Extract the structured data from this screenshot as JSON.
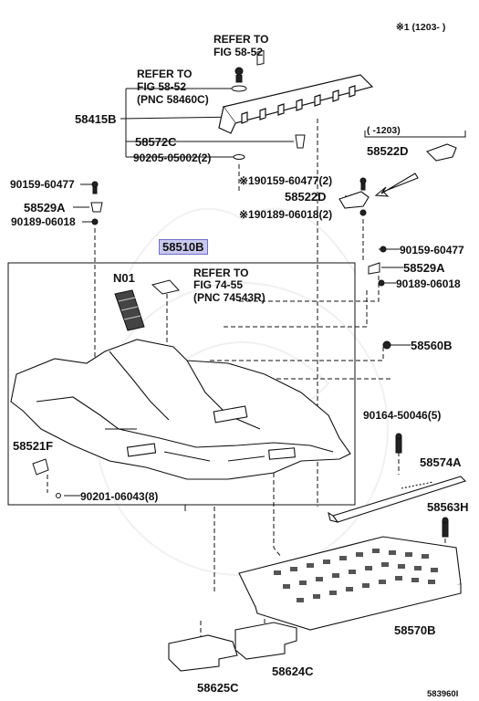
{
  "header_note": "※1 (1203-      )",
  "refer_fig_58_52_top": [
    "REFER TO",
    "FIG 58-52"
  ],
  "refer_fig_58_52_pnc": [
    "REFER TO",
    "FIG 58-52",
    "(PNC 58460C)"
  ],
  "refer_fig_74_55": [
    "REFER TO",
    "FIG 74-55",
    "(PNC 74543R)"
  ],
  "bracket_note": "(      -1203)",
  "labels": {
    "p58415B": "58415B",
    "p58572C": "58572C",
    "p90205": "90205-05002(2)",
    "p90159a": "90159-60477",
    "p58529A_left": "58529A",
    "p90189a": "90189-06018",
    "p58522D_top": "58522D",
    "p90159b": "※190159-60477(2)",
    "p58522D_mid": "58522D",
    "p90189b": "※190189-06018(2)",
    "p58510B": "58510B",
    "pN01": "N01",
    "p90159c": "90159-60477",
    "p58529A_right": "58529A",
    "p90189c": "90189-06018",
    "p58560B": "58560B",
    "p90164": "90164-50046(5)",
    "p58521F": "58521F",
    "p90201": "90201-06043(8)",
    "p58574A": "58574A",
    "p58563H": "58563H",
    "p58570B": "58570B",
    "p58624C": "58624C",
    "p58625C": "58625C",
    "diagram_id": "583960I"
  }
}
